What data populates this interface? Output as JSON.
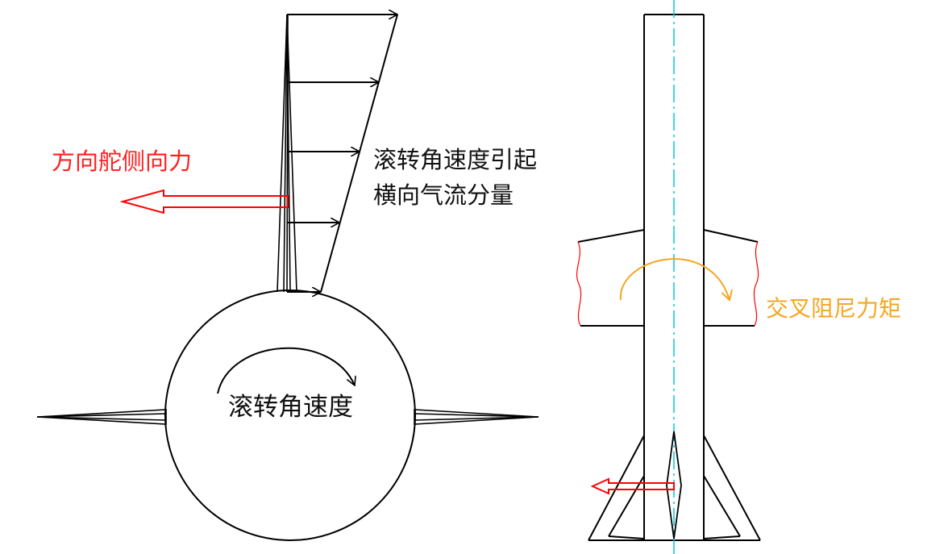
{
  "labels": {
    "rudder_side_force": "方向舵侧向力",
    "roll_induced_flow_line1": "滚转角速度引起",
    "roll_induced_flow_line2": "横向气流分量",
    "roll_rate": "滚转角速度",
    "cross_damping_moment": "交叉阻尼力矩"
  },
  "colors": {
    "line": "#000000",
    "force_arrow": "#ff0000",
    "moment_arrow": "#f5a623",
    "centerline": "#00c8e0",
    "cut_edge": "#ff0000"
  }
}
